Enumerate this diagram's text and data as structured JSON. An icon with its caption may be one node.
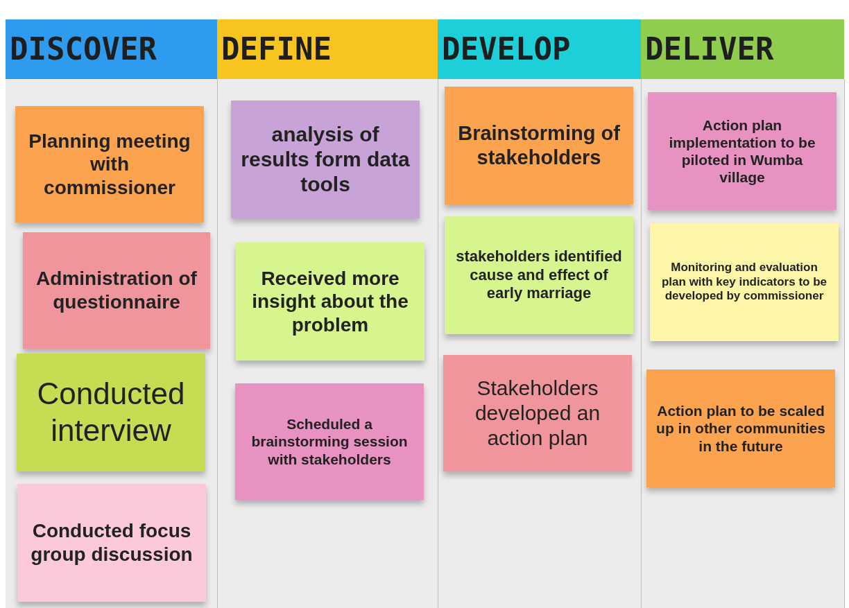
{
  "diagram": {
    "nodes": [
      {
        "text": [
          "DISCOVER"
        ]
      },
      {
        "text": [
          "Planning meeting with commissioner"
        ]
      },
      {
        "text": [
          "Administration of questionnaire"
        ]
      },
      {
        "text": [
          "Conducted interview"
        ]
      },
      {
        "text": [
          "Conducted focus group discussion"
        ]
      },
      {
        "text": [
          "DEFINE"
        ]
      },
      {
        "text": [
          "analysis of results form data tools"
        ]
      },
      {
        "text": [
          "Received more insight about the problem"
        ]
      },
      {
        "text": [
          "Scheduled a brainstorming session with stakeholders"
        ]
      },
      {
        "text": [
          "DEVELOP"
        ]
      },
      {
        "text": [
          "Brainstorming of stakeholders"
        ]
      },
      {
        "text": [
          "stakeholders identified cause and effect of early marriage"
        ]
      },
      {
        "text": [
          "Stakeholders developed an action plan"
        ]
      },
      {
        "text": [
          "DELIVER"
        ]
      },
      {
        "text": [
          "Action plan implementation to be piloted in Wumba village"
        ]
      },
      {
        "text": [
          "Monitoring and evaluation plan with key indicators to be developed by commissioner"
        ]
      },
      {
        "text": [
          "Action plan to be scaled up in other communities in the future"
        ]
      }
    ]
  }
}
